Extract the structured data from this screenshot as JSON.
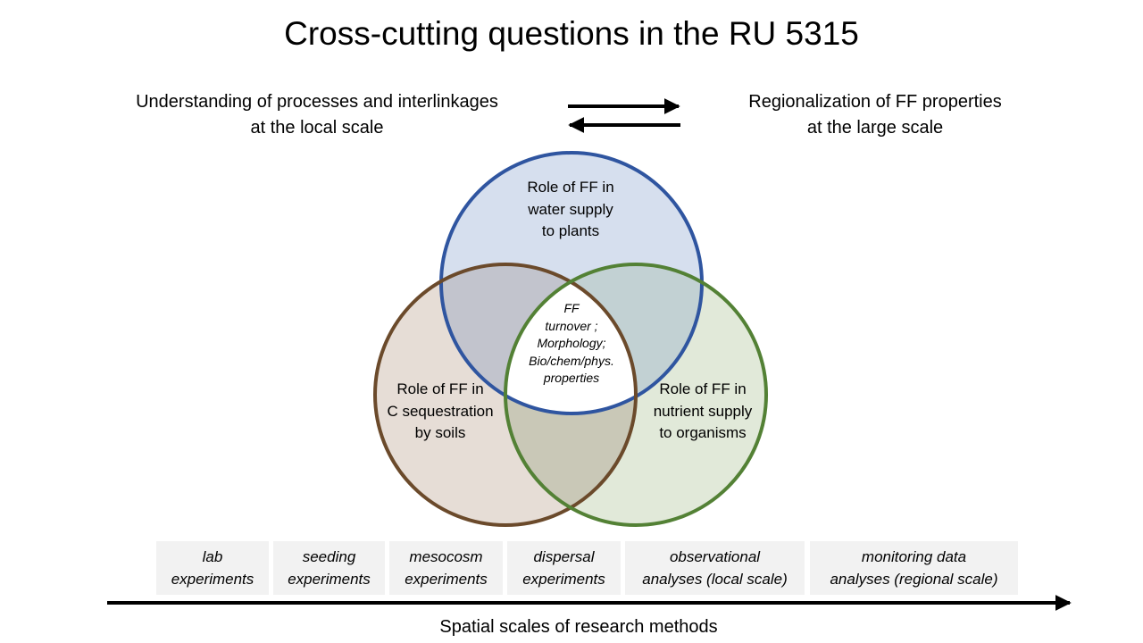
{
  "title": "Cross-cutting questions in the RU 5315",
  "left_header": {
    "line1": "Understanding of processes and interlinkages",
    "line2": "at the local scale"
  },
  "right_header": {
    "line1": "Regionalization of FF properties",
    "line2": "at the large scale"
  },
  "arrows": {
    "direction": "bidirectional",
    "color": "#000000"
  },
  "venn": {
    "water": {
      "lines": [
        "Role of FF in",
        "water supply",
        "to plants"
      ],
      "fill": "#d6dfee",
      "stroke": "#2f55a0"
    },
    "carbon": {
      "lines": [
        "Role of FF in",
        "C sequestration",
        "by soils"
      ],
      "fill": "#e6ddd6",
      "stroke": "#6b4a2b"
    },
    "nutrient": {
      "lines": [
        "Role of FF in",
        "nutrient supply",
        "to organisms"
      ],
      "fill": "#e1e9d9",
      "stroke": "#538135"
    },
    "overlaps": {
      "water_carbon": "#c2c4cd",
      "water_nutrient": "#c2d1d3",
      "carbon_nutrient": "#c9c8b7"
    },
    "center": {
      "lines": [
        "FF",
        "turnover ;",
        "Morphology;",
        "Bio/chem/phys.",
        "properties"
      ],
      "fill": "#ffffff"
    }
  },
  "methods": [
    {
      "line1": "lab",
      "line2": "experiments"
    },
    {
      "line1": "seeding",
      "line2": "experiments"
    },
    {
      "line1": "mesocosm",
      "line2": "experiments"
    },
    {
      "line1": "dispersal",
      "line2": "experiments"
    },
    {
      "line1": "observational",
      "line2": "analyses (local scale)"
    },
    {
      "line1": "monitoring data",
      "line2": "analyses (regional scale)"
    }
  ],
  "axis_label": "Spatial scales of research methods"
}
